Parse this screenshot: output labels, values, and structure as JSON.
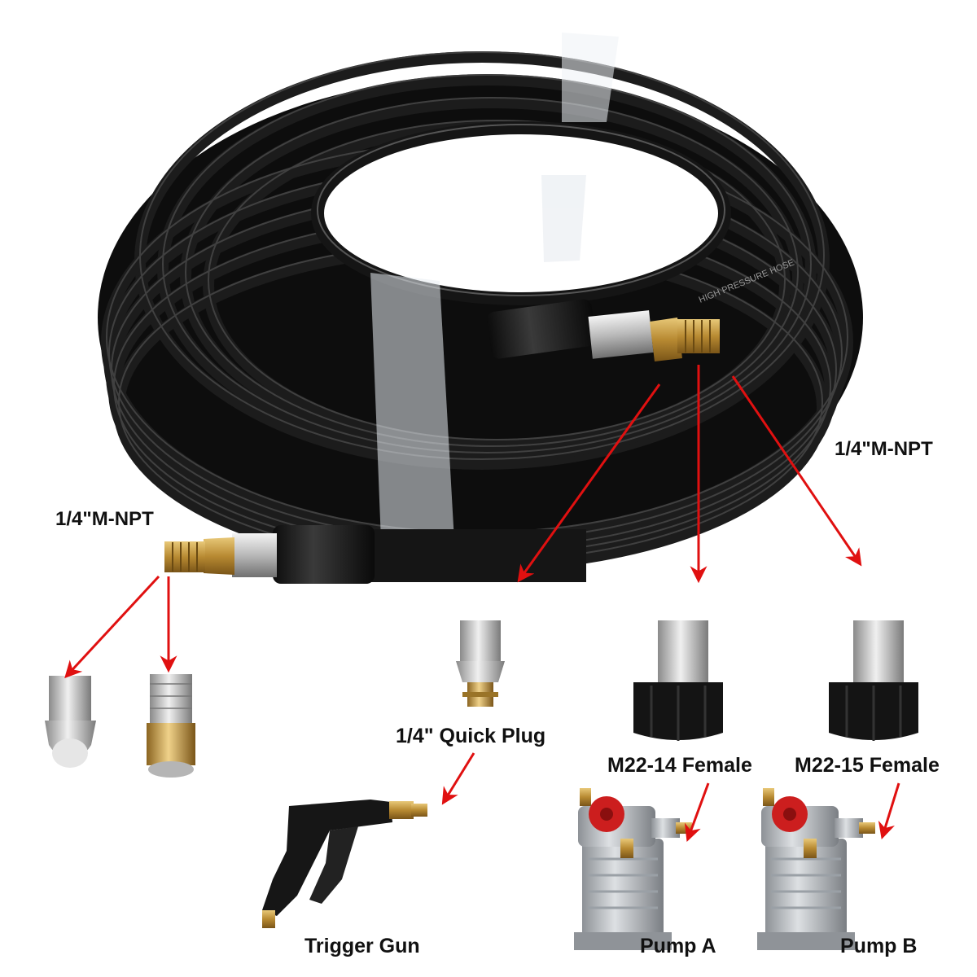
{
  "labels": {
    "npt_left": "1/4\"M-NPT",
    "npt_right": "1/4\"M-NPT",
    "quick_plug": "1/4\" Quick Plug",
    "m22_14": "M22-14 Female",
    "m22_15": "M22-15 Female",
    "trigger_gun": "Trigger Gun",
    "pump_a": "Pump A",
    "pump_b": "Pump B"
  },
  "hose_print": "HIGH PRESSURE HOSE",
  "colors": {
    "arrow": "#e01010",
    "hose": "#151515",
    "brass": "#c9a24a",
    "steel": "#c8c8c8",
    "label": "#111111"
  }
}
